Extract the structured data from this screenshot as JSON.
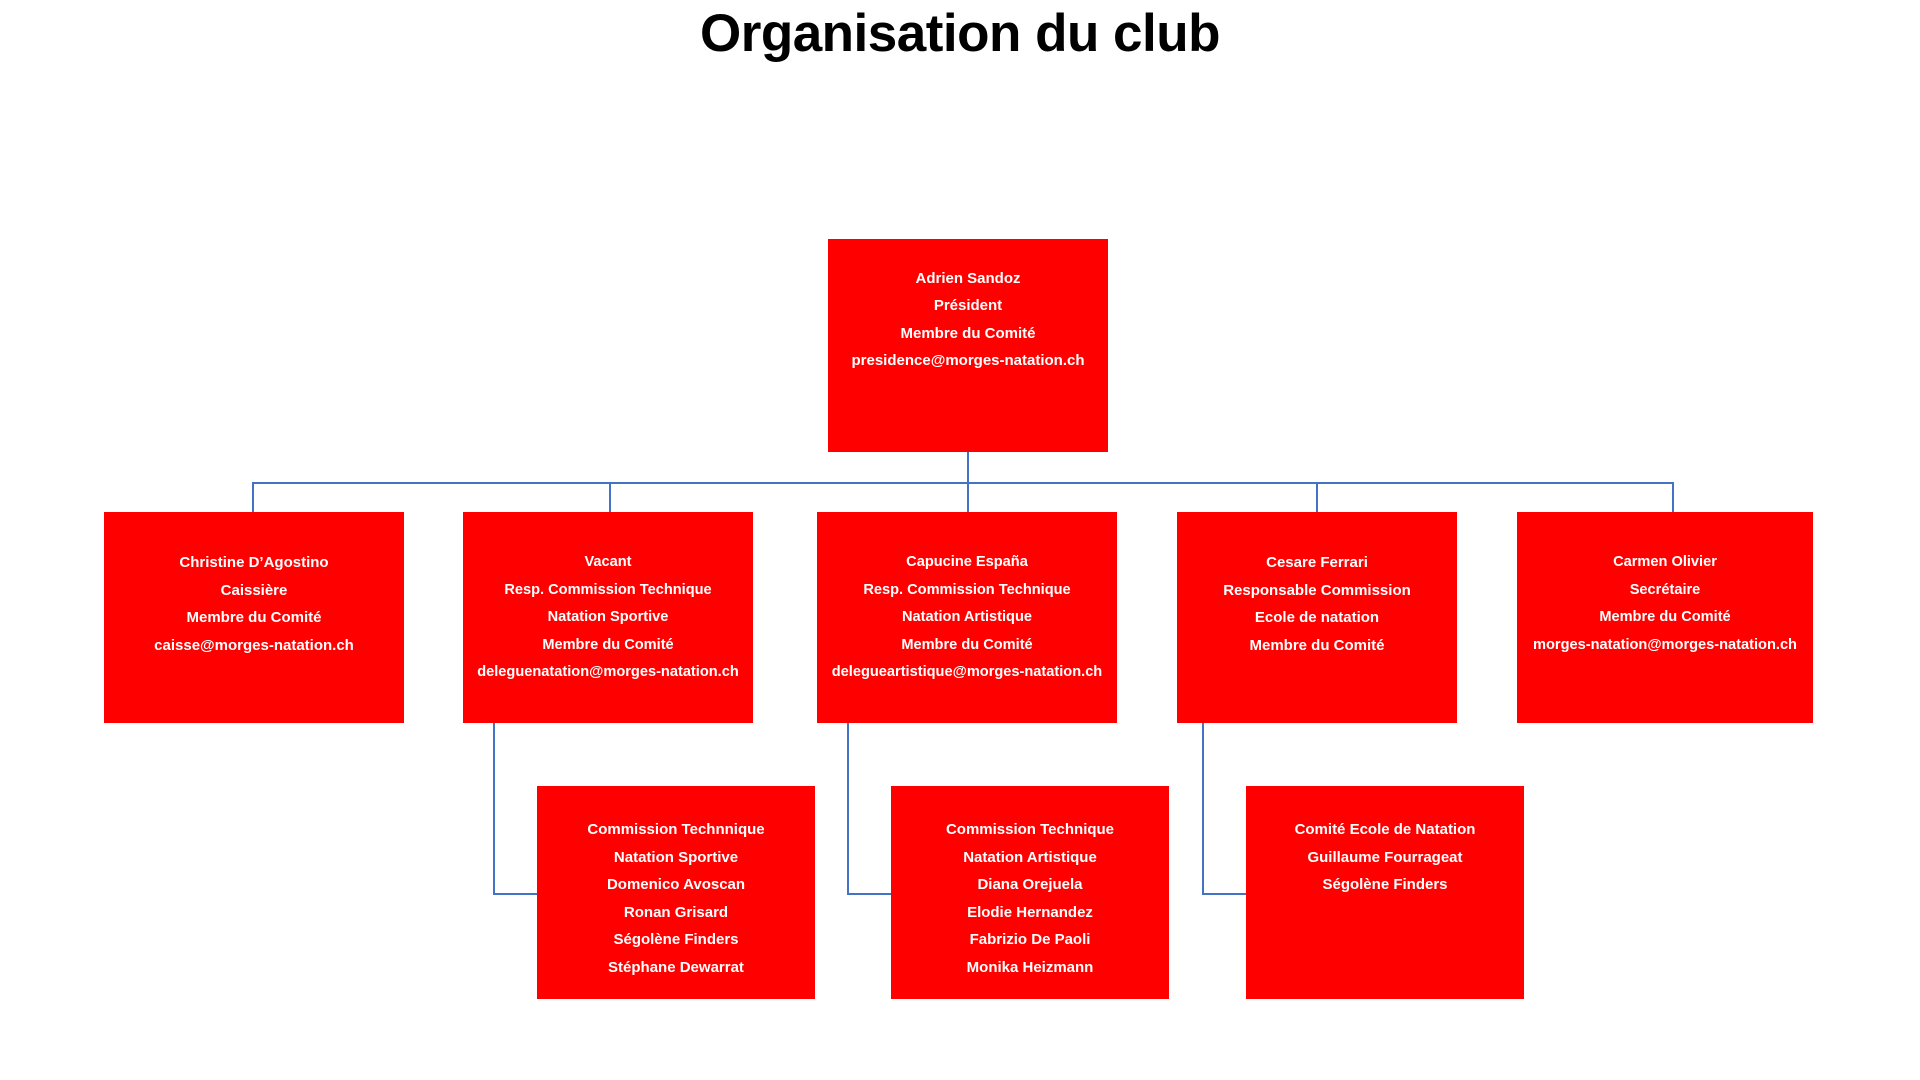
{
  "title": "Organisation du club",
  "theme": {
    "box_fill": "#ff0000",
    "box_text": "#ffffff",
    "connector": "#4472c4",
    "background": "#ffffff",
    "title_color": "#000000"
  },
  "org": {
    "president": {
      "lines": [
        "Adrien Sandoz",
        "Président",
        "Membre du Comité",
        "presidence@morges-natation.ch"
      ]
    },
    "level2": [
      {
        "lines": [
          "Christine D’Agostino",
          "Caissière",
          "Membre du Comité",
          "caisse@morges-natation.ch"
        ]
      },
      {
        "lines": [
          "Vacant",
          "Resp. Commission Technique",
          "Natation Sportive",
          "Membre du Comité",
          "deleguenatation@morges-natation.ch"
        ]
      },
      {
        "lines": [
          "Capucine España",
          "Resp. Commission Technique",
          "Natation Artistique",
          "Membre du Comité",
          "delegueartistique@morges-natation.ch"
        ]
      },
      {
        "lines": [
          "Cesare Ferrari",
          "Responsable Commission",
          "Ecole de natation",
          "Membre du Comité"
        ]
      },
      {
        "lines": [
          "Carmen Olivier",
          "Secrétaire",
          "Membre du Comité",
          "morges-natation@morges-natation.ch"
        ]
      }
    ],
    "level3": [
      {
        "lines": [
          "Commission Technnique",
          "Natation Sportive",
          "Domenico Avoscan",
          "Ronan Grisard",
          "Ségolène Finders",
          "Stéphane Dewarrat"
        ]
      },
      {
        "lines": [
          "Commission Technique",
          "Natation Artistique",
          "Diana Orejuela",
          "Elodie Hernandez",
          "Fabrizio De Paoli",
          "Monika Heizmann"
        ]
      },
      {
        "lines": [
          "Comité Ecole de Natation",
          "Guillaume Fourrageat",
          "Ségolène Finders"
        ]
      }
    ]
  }
}
